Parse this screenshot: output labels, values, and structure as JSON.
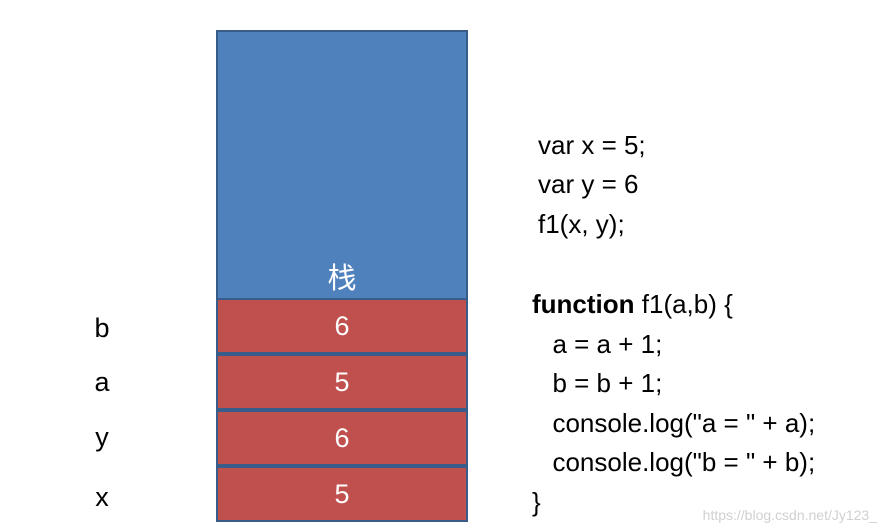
{
  "stack": {
    "title": "栈",
    "cells": [
      {
        "label": "b",
        "value": "6"
      },
      {
        "label": "a",
        "value": "5"
      },
      {
        "label": "y",
        "value": "6"
      },
      {
        "label": "x",
        "value": "5"
      }
    ]
  },
  "code": {
    "line1": "var x = 5;",
    "line2": "var y = 6",
    "line3": "f1(x, y);",
    "line4_keyword": "function",
    "line4_rest": " f1(a,b) {",
    "line5": "  a = a + 1;",
    "line6": "  b = b + 1;",
    "line7": "  console.log(\"a = \" + a);",
    "line8": "  console.log(\"b = \" + b);",
    "line9": "}"
  },
  "watermark": "https://blog.csdn.net/Jy123_",
  "colors": {
    "stack_blue": "#4f81bd",
    "cell_red": "#c0504d",
    "border": "#385d8a"
  }
}
